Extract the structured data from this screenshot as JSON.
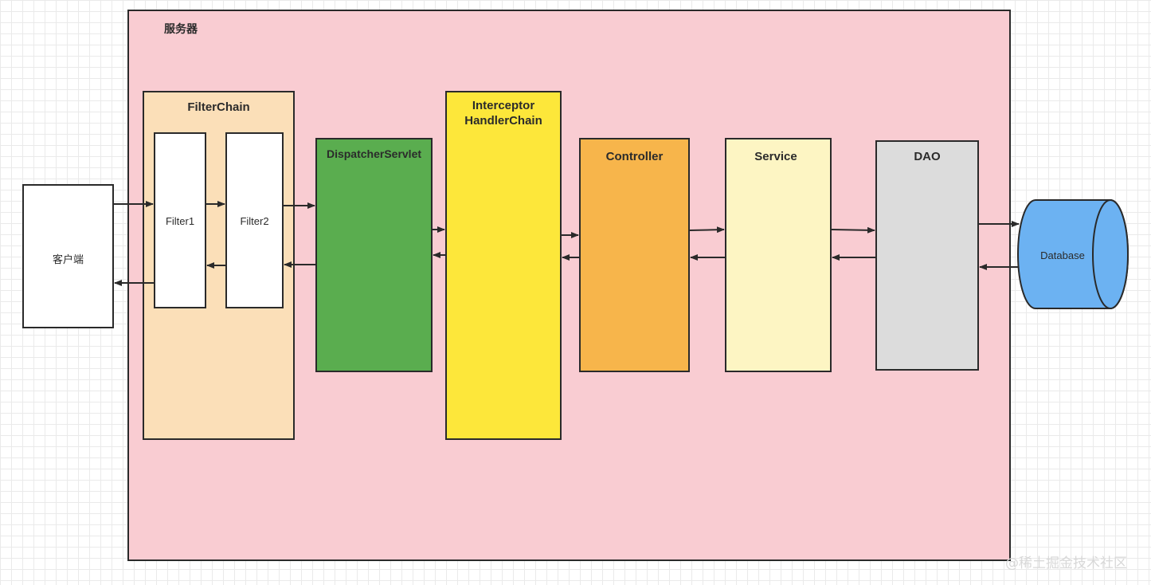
{
  "server": {
    "label": "服务器"
  },
  "client": {
    "label": "客户端"
  },
  "filter_chain": {
    "title": "FilterChain",
    "filters": [
      "Filter1",
      "Filter2"
    ]
  },
  "dispatcher": {
    "label": "DispatcherServlet"
  },
  "interceptor": {
    "line1": "Interceptor",
    "line2": "HandlerChain"
  },
  "controller": {
    "label": "Controller"
  },
  "service": {
    "label": "Service"
  },
  "dao": {
    "label": "DAO"
  },
  "database": {
    "label": "Database"
  },
  "watermark": "@稀土掘金技术社区",
  "colors": {
    "server_bg": "#f9ccd2",
    "filterchain_bg": "#fbdfb8",
    "dispatcher_bg": "#5aad4f",
    "interceptor_bg": "#fde73a",
    "controller_bg": "#f7b54b",
    "service_bg": "#fdf5c3",
    "dao_bg": "#dcdcdc",
    "database_bg": "#6cb2f2"
  }
}
